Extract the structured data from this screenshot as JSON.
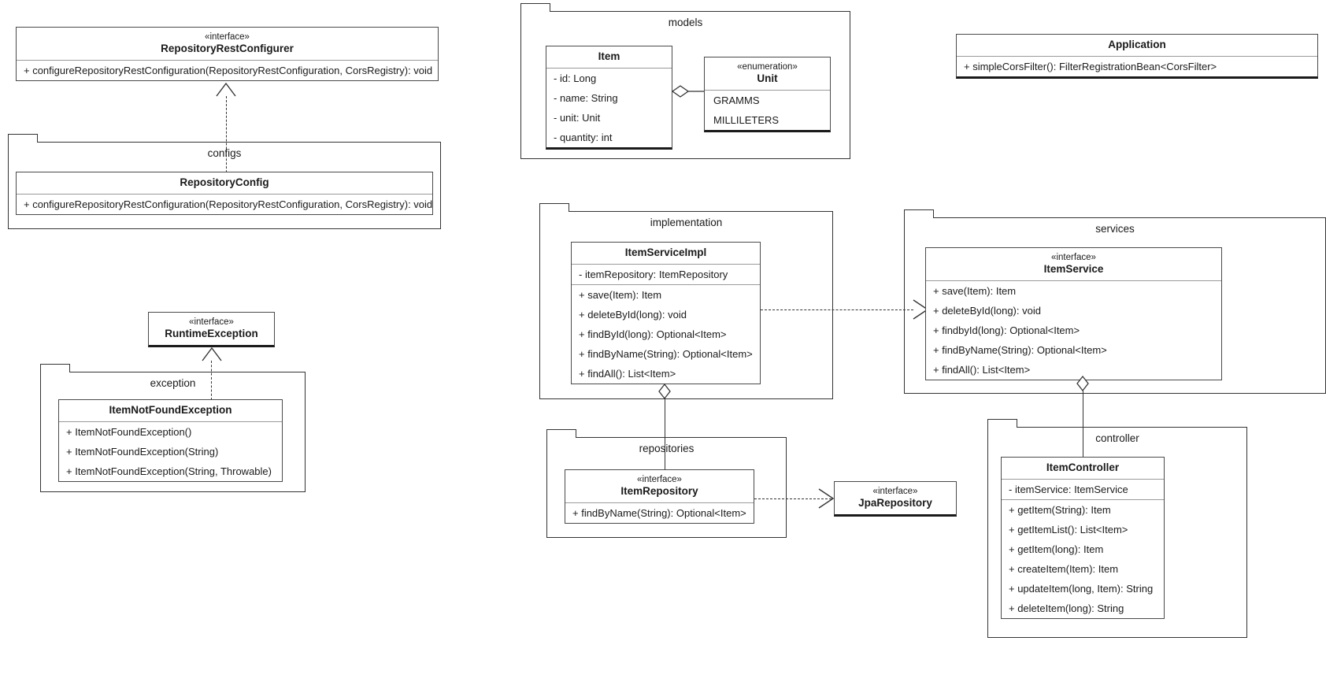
{
  "diagram": {
    "type": "uml-class-diagram",
    "title": "",
    "packages": [
      {
        "id": "configs",
        "label": "configs"
      },
      {
        "id": "models",
        "label": "models"
      },
      {
        "id": "exception",
        "label": "exception"
      },
      {
        "id": "implementation",
        "label": "implementation"
      },
      {
        "id": "services",
        "label": "services"
      },
      {
        "id": "repositories",
        "label": "repositories"
      },
      {
        "id": "controller",
        "label": "controller"
      }
    ],
    "classifiers": {
      "repository_rest_configurer": {
        "stereotype": "«interface»",
        "name": "RepositoryRestConfigurer",
        "methods": [
          "+ configureRepositoryRestConfiguration(RepositoryRestConfiguration, CorsRegistry): void"
        ]
      },
      "repository_config": {
        "stereotype": "",
        "name": "RepositoryConfig",
        "methods": [
          "+ configureRepositoryRestConfiguration(RepositoryRestConfiguration, CorsRegistry): void"
        ]
      },
      "item": {
        "stereotype": "",
        "name": "Item",
        "attributes": [
          "- id: Long",
          "- name: String",
          "- unit: Unit",
          "- quantity: int"
        ]
      },
      "unit": {
        "stereotype": "«enumeration»",
        "name": "Unit",
        "literals": [
          "GRAMMS",
          "MILLILETERS"
        ]
      },
      "application": {
        "stereotype": "",
        "name": "Application",
        "methods": [
          "+ simpleCorsFilter(): FilterRegistrationBean<CorsFilter>"
        ]
      },
      "runtime_exception": {
        "stereotype": "«interface»",
        "name": "RuntimeException",
        "methods": []
      },
      "item_not_found_exception": {
        "stereotype": "",
        "name": "ItemNotFoundException",
        "methods": [
          "+ ItemNotFoundException()",
          "+ ItemNotFoundException(String)",
          "+ ItemNotFoundException(String, Throwable)"
        ]
      },
      "item_service_impl": {
        "stereotype": "",
        "name": "ItemServiceImpl",
        "attributes": [
          "- itemRepository: ItemRepository"
        ],
        "methods": [
          "+ save(Item): Item",
          "+ deleteById(long): void",
          "+ findById(long): Optional<Item>",
          "+ findByName(String): Optional<Item>",
          "+ findAll(): List<Item>"
        ]
      },
      "item_service": {
        "stereotype": "«interface»",
        "name": "ItemService",
        "methods": [
          "+ save(Item): Item",
          "+ deleteById(long): void",
          "+ findbyId(long): Optional<Item>",
          "+ findByName(String): Optional<Item>",
          "+ findAll(): List<Item>"
        ]
      },
      "item_repository": {
        "stereotype": "«interface»",
        "name": "ItemRepository",
        "methods": [
          "+ findByName(String): Optional<Item>"
        ]
      },
      "jpa_repository": {
        "stereotype": "«interface»",
        "name": "JpaRepository",
        "methods": []
      },
      "item_controller": {
        "stereotype": "",
        "name": "ItemController",
        "attributes": [
          "- itemService: ItemService"
        ],
        "methods": [
          "+ getItem(String): Item",
          "+ getItemList(): List<Item>",
          "+ getItem(long): Item",
          "+ createItem(Item): Item",
          "+ updateItem(long, Item): String",
          "+ deleteItem(long): String"
        ]
      }
    },
    "relationships": [
      {
        "from": "RepositoryConfig",
        "to": "RepositoryRestConfigurer",
        "kind": "realization"
      },
      {
        "from": "Item",
        "to": "Unit",
        "kind": "aggregation"
      },
      {
        "from": "ItemNotFoundException",
        "to": "RuntimeException",
        "kind": "realization"
      },
      {
        "from": "ItemServiceImpl",
        "to": "ItemService",
        "kind": "realization"
      },
      {
        "from": "ItemServiceImpl",
        "to": "ItemRepository",
        "kind": "aggregation"
      },
      {
        "from": "ItemRepository",
        "to": "JpaRepository",
        "kind": "realization"
      },
      {
        "from": "ItemController",
        "to": "ItemService",
        "kind": "aggregation"
      }
    ],
    "colors": {
      "background": "#ffffff",
      "line": "#333333",
      "box_border": "#4a4a4a",
      "divider": "#9a9a9a",
      "text": "#1a1a1a"
    }
  }
}
